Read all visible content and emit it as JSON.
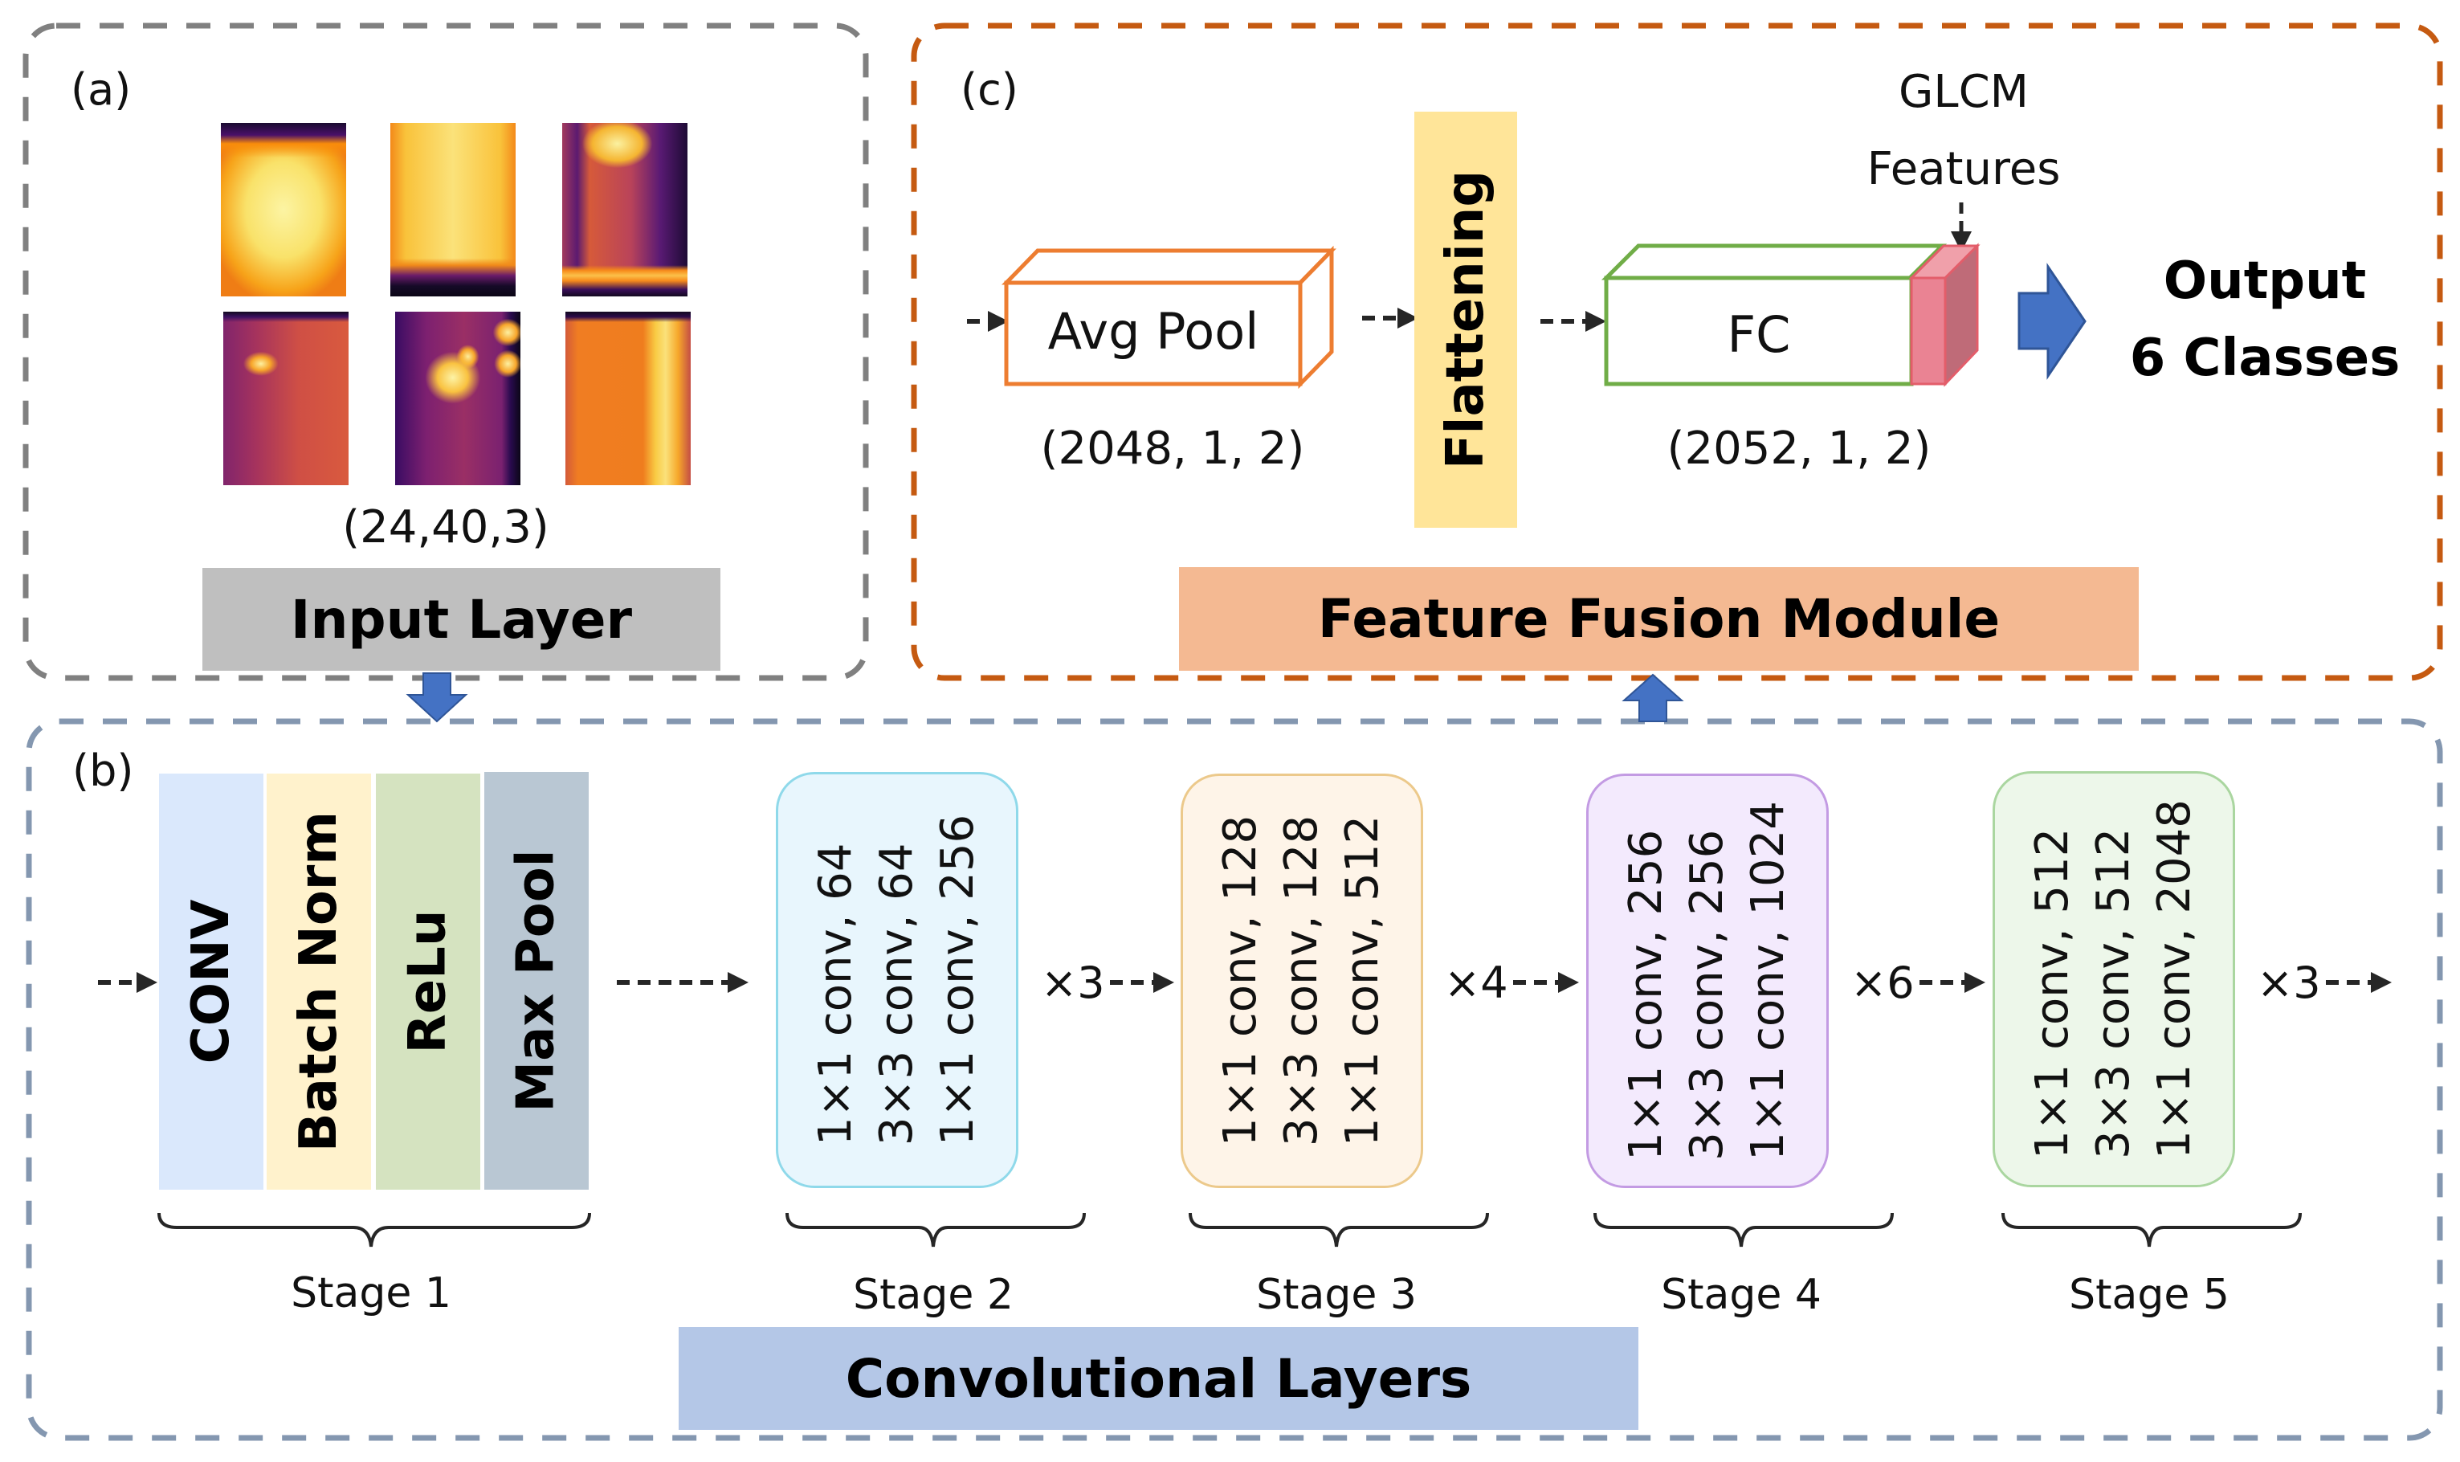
{
  "figure": {
    "panel_a": {
      "label": "(a)",
      "input_shape": "(24,40,3)",
      "title": "Input Layer",
      "title_color": "#bfbfbf",
      "border_color": "#808080",
      "thermal_samples": [
        {
          "name": "sample-1",
          "pattern": "uniform-hot"
        },
        {
          "name": "sample-2",
          "pattern": "hot-with-dark-bottom"
        },
        {
          "name": "sample-3",
          "pattern": "cool-with-hot-top-and-band"
        },
        {
          "name": "sample-4",
          "pattern": "single-hotspot"
        },
        {
          "name": "sample-5",
          "pattern": "multiple-hotspots"
        },
        {
          "name": "sample-6",
          "pattern": "hot-vertical-strip"
        }
      ]
    },
    "panel_b": {
      "label": "(b)",
      "title": "Convolutional Layers",
      "title_color": "#b4c7e7",
      "border_color": "#8497b0",
      "stage1": {
        "name": "Stage 1",
        "layers": [
          {
            "label": "CONV",
            "color": "#dae8fc"
          },
          {
            "label": "Batch Norm",
            "color": "#fff2cc"
          },
          {
            "label": "ReLu",
            "color": "#d5e3c0"
          },
          {
            "label": "Max Pool",
            "color": "#b9c7d3"
          }
        ]
      },
      "stages": [
        {
          "name": "Stage 2",
          "lines": [
            "1×1 conv, 64",
            "3×3 conv, 64",
            "1×1 conv, 256"
          ],
          "repeat": "×3",
          "fill": "#e8f6fd",
          "border": "#8fd9ea"
        },
        {
          "name": "Stage 3",
          "lines": [
            "1×1 conv, 128",
            "3×3 conv, 128",
            "1×1 conv, 512"
          ],
          "repeat": "×4",
          "fill": "#fef4e8",
          "border": "#ecc98b"
        },
        {
          "name": "Stage 4",
          "lines": [
            "1×1 conv, 256",
            "3×3 conv, 256",
            "1×1 conv, 1024"
          ],
          "repeat": "×6",
          "fill": "#f3eafd",
          "border": "#c39be3"
        },
        {
          "name": "Stage 5",
          "lines": [
            "1×1 conv, 512",
            "3×3 conv, 512",
            "1×1 conv, 2048"
          ],
          "repeat": "×3",
          "fill": "#edf7ea",
          "border": "#aad6a0"
        }
      ]
    },
    "panel_c": {
      "label": "(c)",
      "title": "Feature Fusion Module",
      "title_color": "#f4b992",
      "border_color": "#c55a11",
      "avg_pool": {
        "label": "Avg Pool",
        "shape": "(2048, 1, 2)",
        "border": "#ed7d31"
      },
      "flattening": {
        "label": "Flattening",
        "color": "#ffe599"
      },
      "fc": {
        "label": "FC",
        "shape": "(2052, 1, 2)",
        "border": "#70ad47"
      },
      "glcm": {
        "label_line1": "GLCM",
        "label_line2": "Features",
        "color": "#ea8393"
      },
      "output": {
        "line1": "Output",
        "line2": "6 Classes",
        "arrow_color": "#4472c4"
      }
    },
    "connectors": {
      "a_to_b_arrow_color": "#4472c4",
      "b_to_c_arrow_color": "#4472c4"
    }
  }
}
